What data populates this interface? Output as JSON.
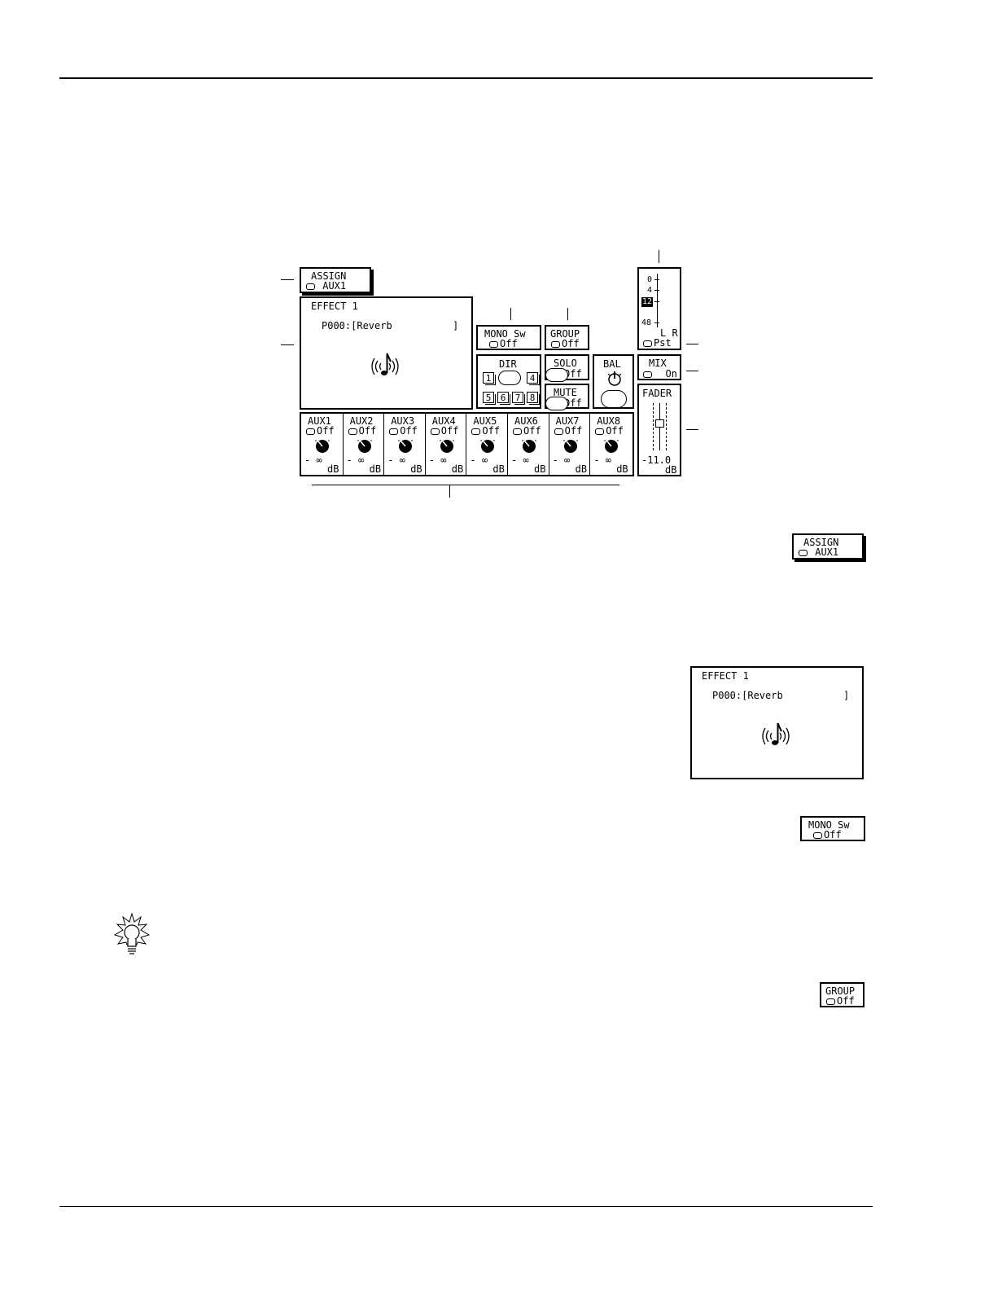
{
  "diagram": {
    "assign": {
      "title": "ASSIGN",
      "value": "AUX1"
    },
    "effect": {
      "title": "EFFECT 1",
      "program": "P000:[Reverb",
      "bracket_close": "]",
      "note_icon": "music-note-icon"
    },
    "mono_sw": {
      "title": "MONO Sw",
      "value": "Off"
    },
    "group": {
      "title": "GROUP",
      "value": "Off"
    },
    "dir": {
      "title": "DIR",
      "buttons_top": [
        "1",
        "4"
      ],
      "buttons_bottom": [
        "5",
        "6",
        "7",
        "8"
      ]
    },
    "solo": {
      "title": "SOLO",
      "value": "Off"
    },
    "mute": {
      "title": "MUTE",
      "value": "Off"
    },
    "bal": {
      "title": "BAL"
    },
    "mix": {
      "title": "MIX",
      "value": "On"
    },
    "meter": {
      "scale": [
        "0",
        "4",
        "12",
        "48"
      ],
      "highlight": "12",
      "lr": "L R",
      "value": "Pst"
    },
    "fader": {
      "title": "FADER",
      "value": "-11.0",
      "unit": "dB",
      "level": 0.42
    },
    "aux": [
      {
        "title": "AUX1",
        "state": "Off",
        "level": "- ∞",
        "unit": "dB"
      },
      {
        "title": "AUX2",
        "state": "Off",
        "level": "- ∞",
        "unit": "dB"
      },
      {
        "title": "AUX3",
        "state": "Off",
        "level": "- ∞",
        "unit": "dB"
      },
      {
        "title": "AUX4",
        "state": "Off",
        "level": "- ∞",
        "unit": "dB"
      },
      {
        "title": "AUX5",
        "state": "Off",
        "level": "- ∞",
        "unit": "dB"
      },
      {
        "title": "AUX6",
        "state": "Off",
        "level": "- ∞",
        "unit": "dB"
      },
      {
        "title": "AUX7",
        "state": "Off",
        "level": "- ∞",
        "unit": "dB"
      },
      {
        "title": "AUX8",
        "state": "Off",
        "level": "- ∞",
        "unit": "dB"
      }
    ]
  },
  "side_assign": {
    "title": "ASSIGN",
    "value": "AUX1"
  },
  "side_effect": {
    "title": "EFFECT 1",
    "program": "P000:[Reverb",
    "bracket_close": "]"
  },
  "side_mono": {
    "title": "MONO Sw",
    "value": "Off"
  },
  "side_group": {
    "title": "GROUP",
    "value": "Off"
  },
  "tip_icon": "lightbulb-icon"
}
